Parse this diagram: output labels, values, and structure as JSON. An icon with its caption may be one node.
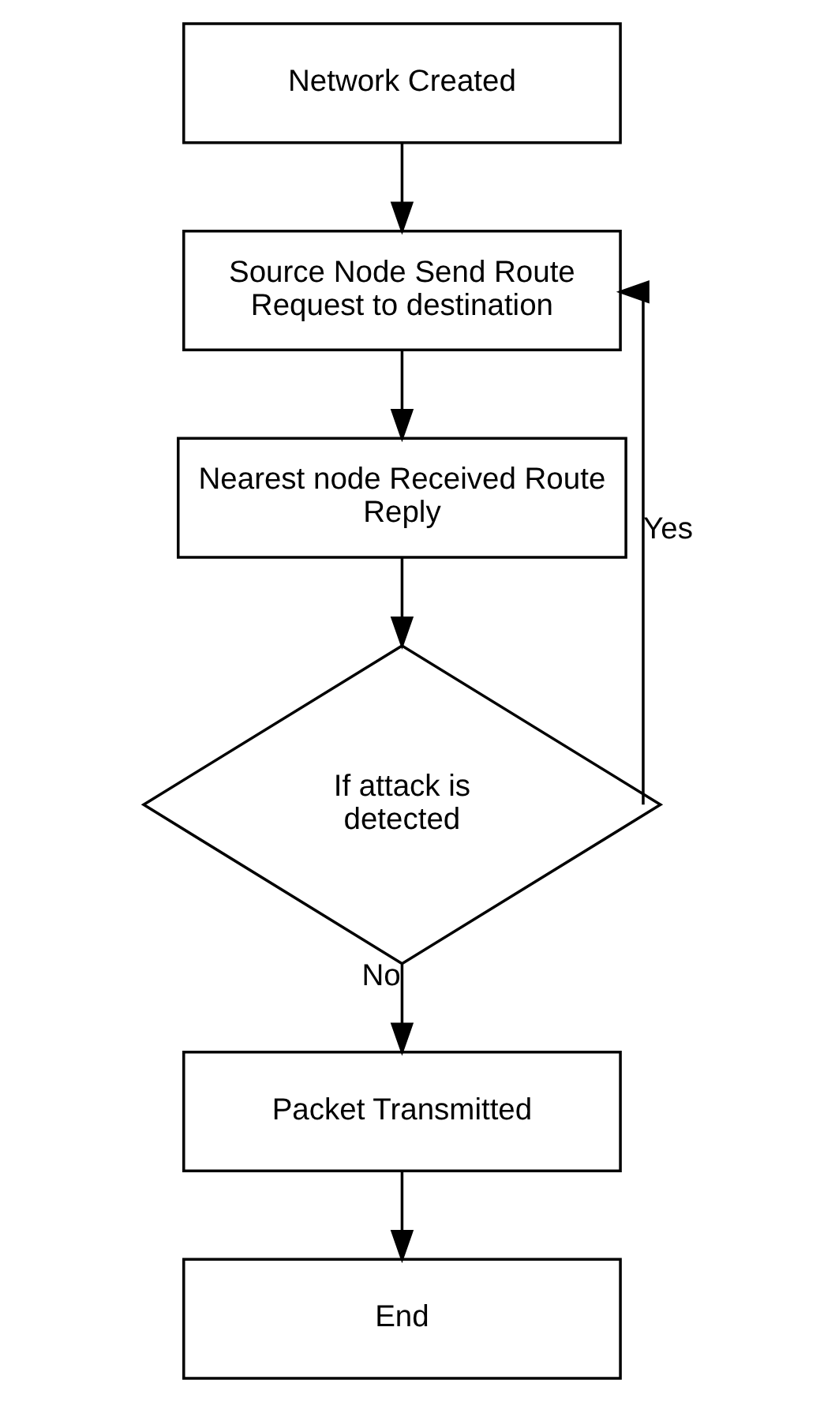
{
  "diagram": {
    "nodes": [
      {
        "text": [
          "Network Created"
        ]
      },
      {
        "text": [
          "Source Node Send Route Request to destination"
        ]
      },
      {
        "text": [
          "Nearest node Received Route Reply"
        ]
      },
      {
        "text": [
          "If attack is detected"
        ]
      },
      {
        "text": [
          "Packet Transmitted"
        ]
      },
      {
        "text": [
          "End"
        ]
      }
    ],
    "edges": [
      {
        "from": 0,
        "to": 1,
        "arrow": "to"
      },
      {
        "from": 1,
        "to": 2,
        "arrow": "to"
      },
      {
        "from": 2,
        "to": 3,
        "arrow": "to"
      },
      {
        "from": 3,
        "to": 1,
        "arrow": "to",
        "label": "Yes"
      },
      {
        "from": 3,
        "to": 4,
        "arrow": "to",
        "label": "No"
      },
      {
        "from": 4,
        "to": 5,
        "arrow": "to"
      }
    ]
  }
}
